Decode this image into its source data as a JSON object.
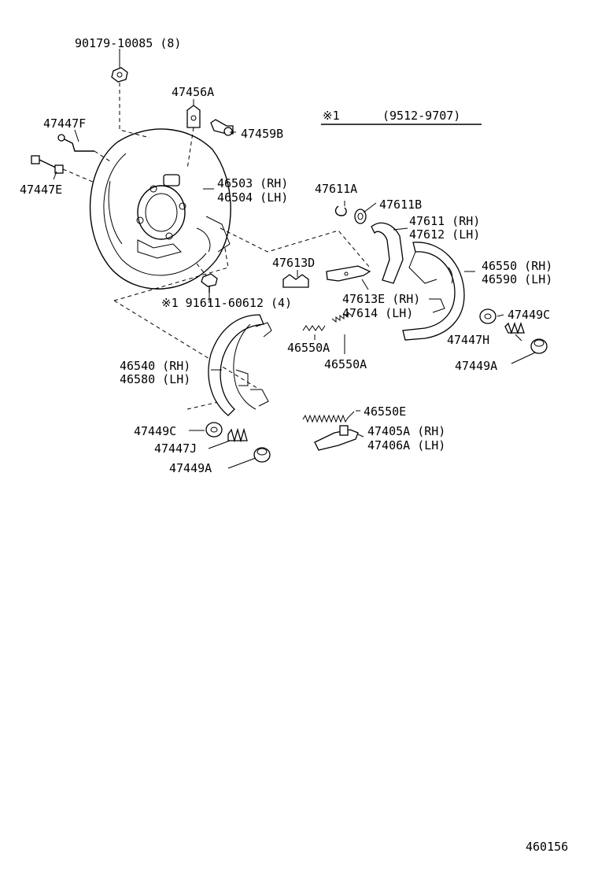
{
  "labels": {
    "p90179": "90179-10085 (8)",
    "p47456A": "47456A",
    "p47447F": "47447F",
    "p47459B": "47459B",
    "p47447E": "47447E",
    "p46503": "46503 (RH)",
    "p46504": "46504 (LH)",
    "p91611": "※1 91611-60612 (4)",
    "note": "※1",
    "note_range": "(9512-9707)",
    "p47611A": "47611A",
    "p47611B": "47611B",
    "p47611": "47611 (RH)",
    "p47612": "47612 (LH)",
    "p47613D": "47613D",
    "p46550": "46550 (RH)",
    "p46590": "46590 (LH)",
    "p47613E": "47613E (RH)",
    "p47614": "47614 (LH)",
    "p47449C_r": "47449C",
    "p47447H": "47447H",
    "p46550A_1": "46550A",
    "p46550A_2": "46550A",
    "p47449A_r": "47449A",
    "p46540": "46540 (RH)",
    "p46580": "46580 (LH)",
    "p46550E": "46550E",
    "p47449C_l": "47449C",
    "p47405A": "47405A (RH)",
    "p47406A": "47406A (LH)",
    "p47447J": "47447J",
    "p47449A_l": "47449A",
    "figure_no": "460156"
  }
}
